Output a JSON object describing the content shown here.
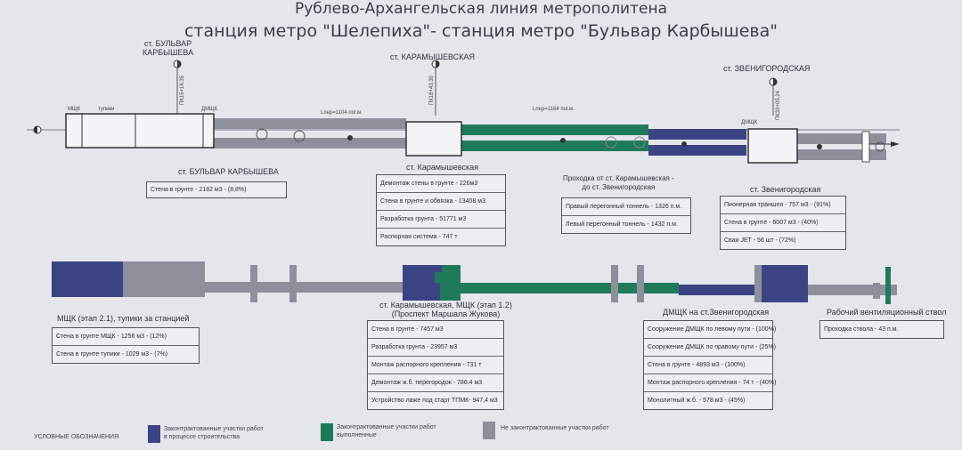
{
  "title": {
    "line1": "Рублево-Архангельская линия метрополитена",
    "line2": "станция метро \"Шелепиха\"- станция метро \"Бульвар Карбышева\""
  },
  "stations_top": [
    {
      "label": "ст. БУЛЬВАР\nКАРБЫШЕВА"
    },
    {
      "label": "ст. КАРАМЫШЕВСКАЯ"
    },
    {
      "label": "ст. ЗВЕНИГОРОДСКАЯ"
    }
  ],
  "track_labels": {
    "lper_left": "Lпер=1104 пог.м.",
    "lper_right": "Lпер=1164 пог.м.",
    "mshk": "МЩК",
    "tupiki": "тупики",
    "dmshk1": "ДМЩК",
    "dmshk2": "ДМЩК",
    "pk1": "ПК15+18.35",
    "pk2": "ПК18+43.30",
    "pk3": "ПК33+05.24"
  },
  "info_blocks": {
    "bk": {
      "heading": "ст. БУЛЬВАР КАРБЫШЕВА",
      "rows": [
        "Стена в грунте - 2182 м3 - (8,8%)"
      ]
    },
    "kar": {
      "heading": "ст. Карамышевская",
      "rows": [
        "Демонтаж стены в грунте - 226м3",
        "Стена в грунте и обвязка - 13408 м3",
        "Разработка грунта - 51771 м3",
        "Распорная система - 747 т"
      ]
    },
    "tunnel": {
      "heading": "Проходка от ст. Карамышевская -\nдо ст. Звенигородская",
      "rows": [
        "Правый перегонный тоннель - 1326 п.м.",
        "Левый перегонный тоннель - 1432 п.м."
      ]
    },
    "zven": {
      "heading": "ст. Звенигородская",
      "rows": [
        "Пионерная траншея - 757 м3 - (91%)",
        "Стена в грунте - 6007 м3 - (40%)",
        "Сваи JET - 56 шт - (72%)"
      ]
    },
    "mshk21": {
      "heading": "МЩК (этап 2.1), тупики за станцией",
      "rows": [
        "Стена в грунте МЩК - 1256 м3 - (12%)",
        "Стена в грунте тупики - 1029 м3 - (7%)"
      ]
    },
    "mshk12": {
      "heading": "ст. Карамышевская, МЩК (этап 1.2)\n(Проспект Маршала Жукова)",
      "rows": [
        "Стена в грунте - 7457 м3",
        "Разработка грунта - 23957 м3",
        "Монтаж распорного крепления - 731 т",
        "Демонтаж ж.б. перегородок - 786.4 м3",
        "Устройство лаже под старт ТПМК- 947,4 м3"
      ]
    },
    "dmshk": {
      "heading": "ДМЩК на ст.Звенигородская",
      "rows": [
        "Сооружение ДМЩК по левому пути - (100%)",
        "Сооружение ДМЩК по правому пути - (25%)",
        "Стена в грунте - 4893 м3 - (100%)",
        "Монтаж распорного крепления - 74 т - (40%)",
        "Монолитный ж.б. - 578 м3 - (45%)"
      ]
    },
    "vent": {
      "heading": "Рабочий вентиляционный ствол",
      "rows": [
        "Проходка ствола - 43 п.м."
      ]
    }
  },
  "legend": {
    "title": "УСЛОВНЫЕ ОБОЗНАЧЕНИЯ",
    "items": [
      {
        "label": "Законтрактованные участки работ\nв процессе строительства",
        "color": "#3b4385"
      },
      {
        "label": "Законтрактованные участки работ\nвыполненные",
        "color": "#1f7a5a"
      },
      {
        "label": "Не законтрактованные участки работ",
        "color": "#8d909b"
      }
    ]
  },
  "colors": {
    "in_progress": "#3b4385",
    "done": "#1f7a5a",
    "not_contracted": "#8d909b",
    "station_box": "#f4f4f6"
  }
}
